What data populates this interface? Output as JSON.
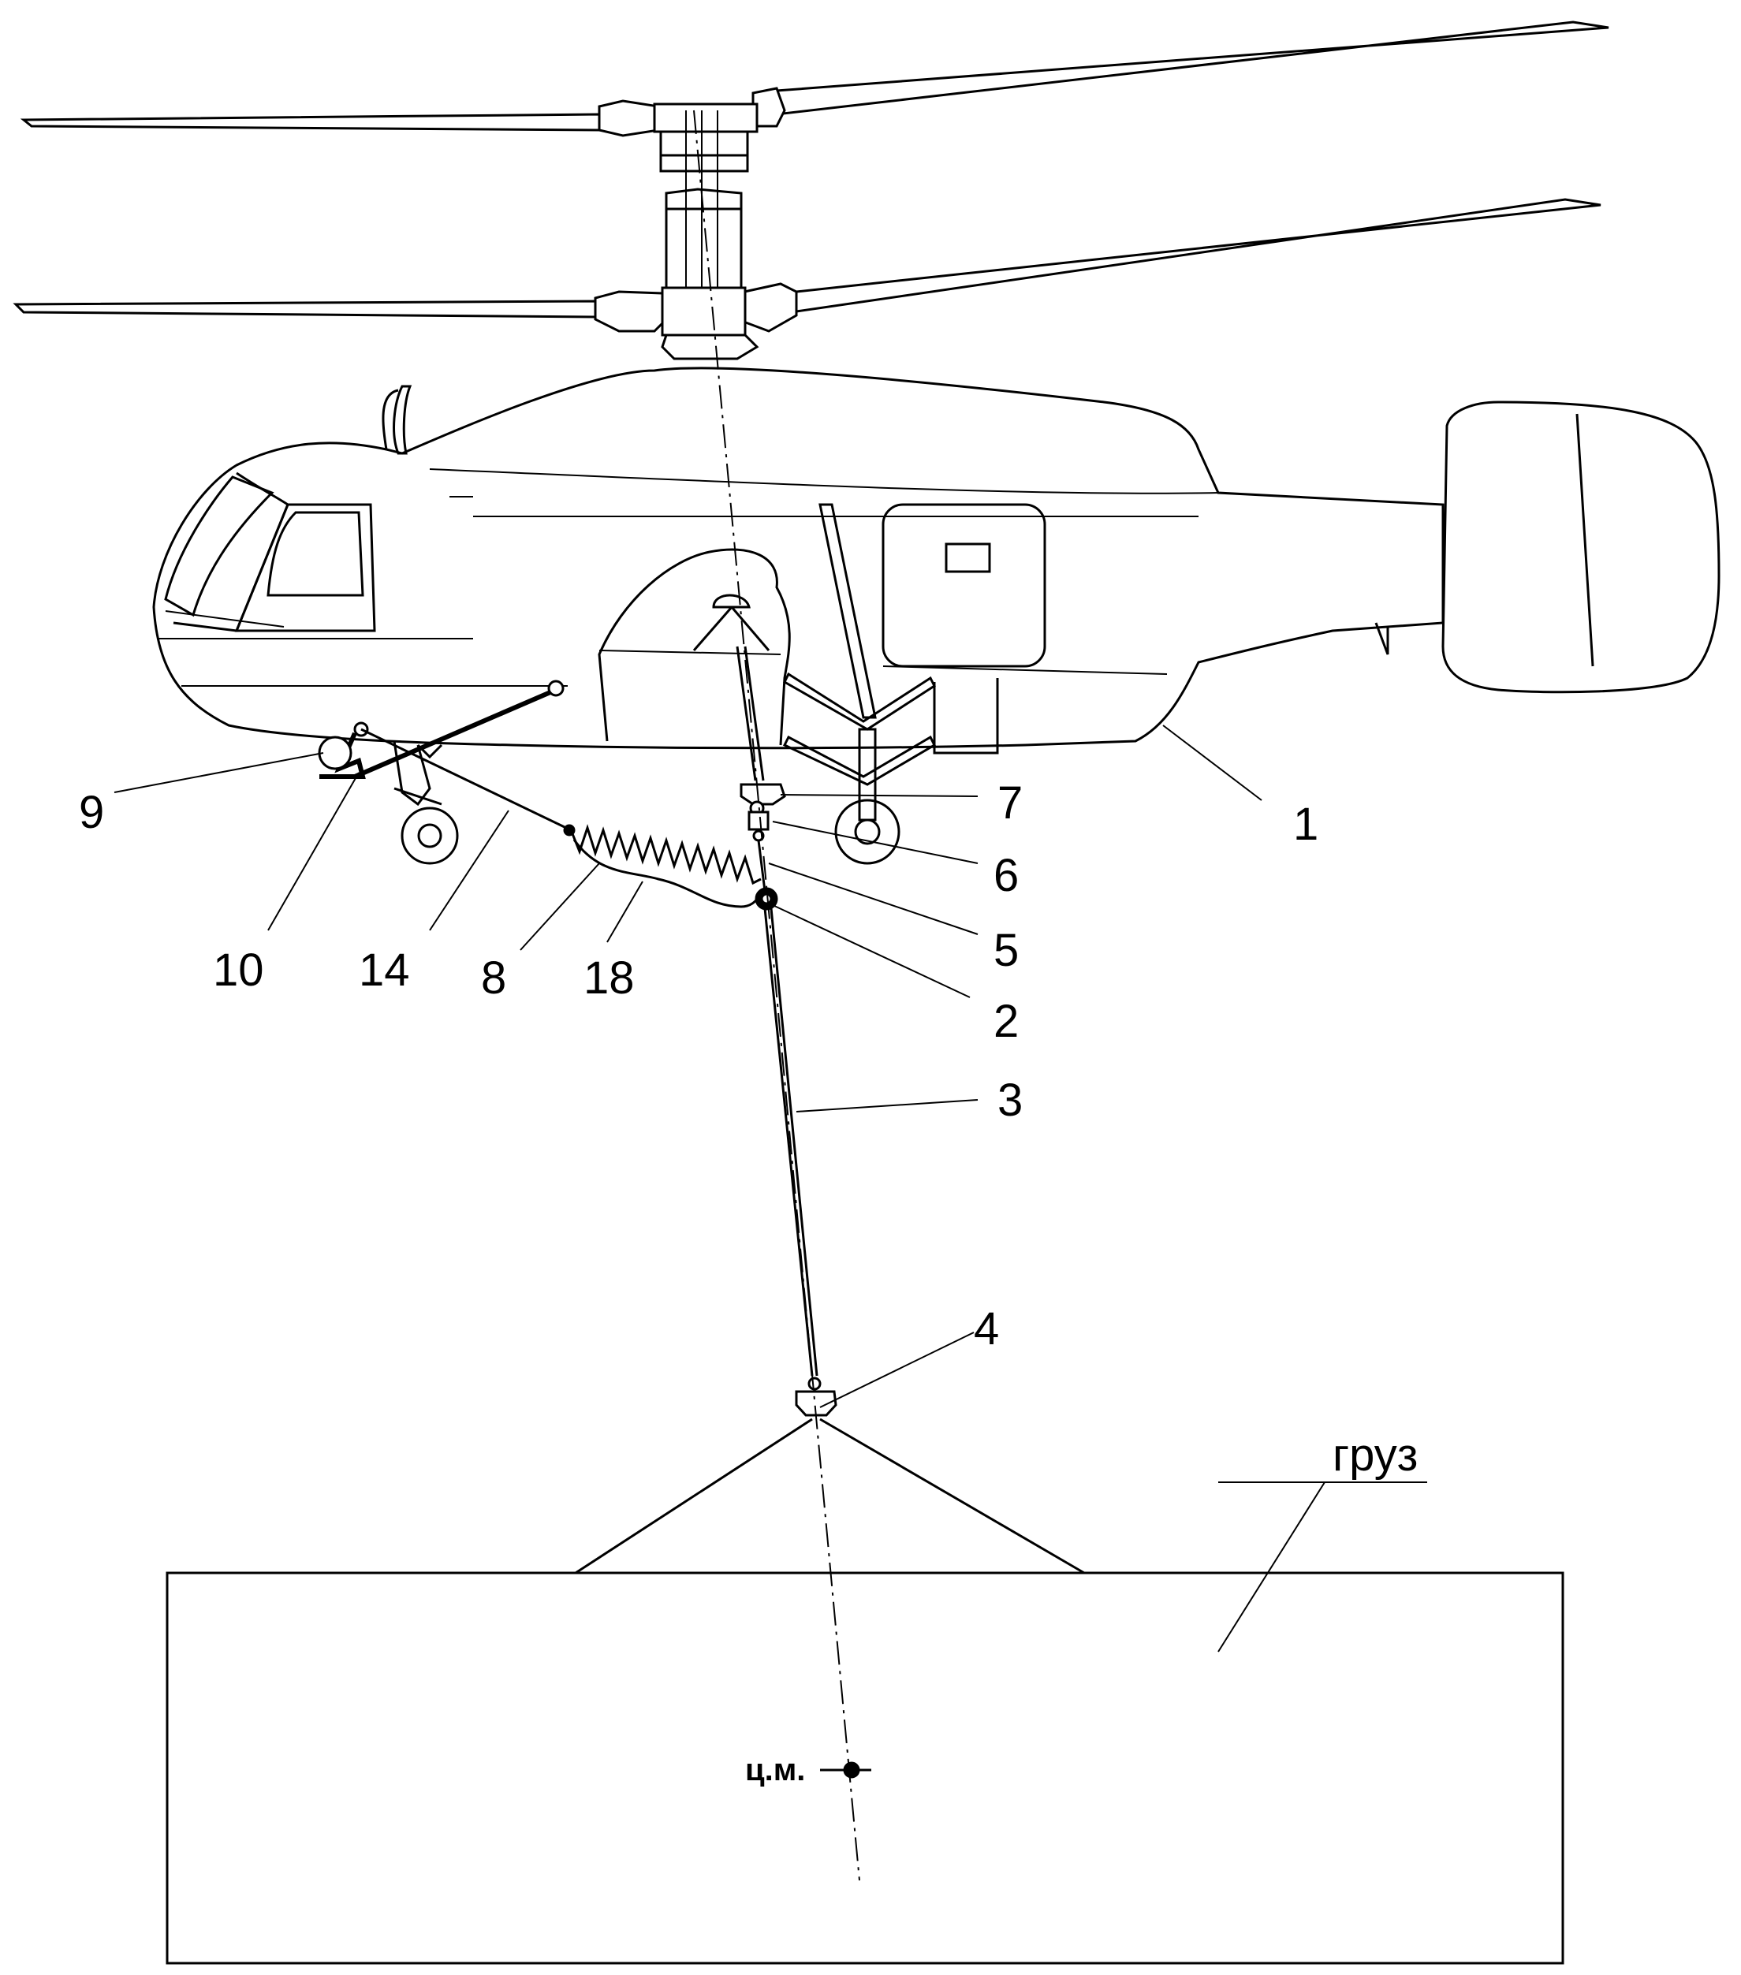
{
  "diagram": {
    "callouts": [
      {
        "id": "1",
        "text": "1"
      },
      {
        "id": "2",
        "text": "2"
      },
      {
        "id": "3",
        "text": "3"
      },
      {
        "id": "4",
        "text": "4"
      },
      {
        "id": "5",
        "text": "5"
      },
      {
        "id": "6",
        "text": "6"
      },
      {
        "id": "7",
        "text": "7"
      },
      {
        "id": "8",
        "text": "8"
      },
      {
        "id": "9",
        "text": "9"
      },
      {
        "id": "10",
        "text": "10"
      },
      {
        "id": "14",
        "text": "14"
      },
      {
        "id": "18",
        "text": "18"
      }
    ],
    "cargo_label": "груз",
    "center_of_mass_label": "ц.м."
  }
}
